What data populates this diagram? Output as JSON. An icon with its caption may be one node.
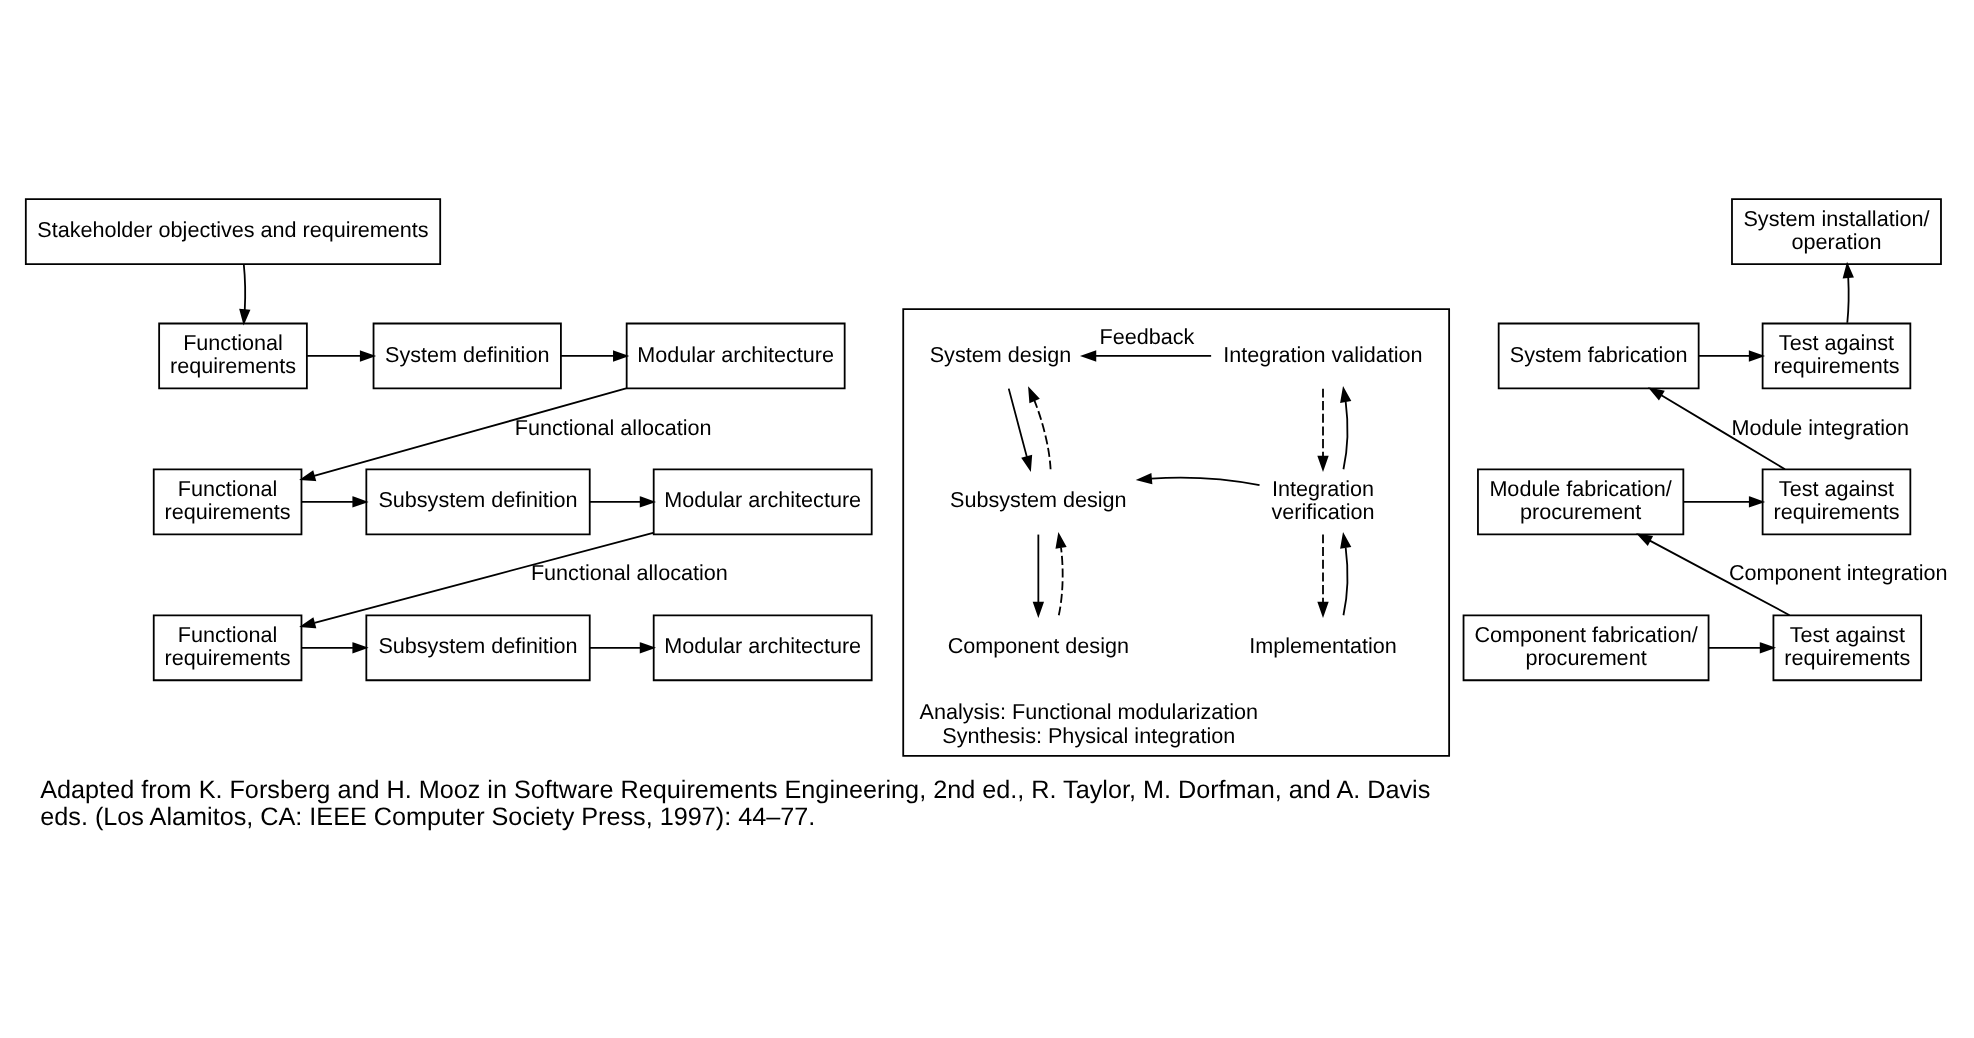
{
  "diagram": {
    "caption": "Adapted from K. Forsberg and H. Mooz in Software Requirements Engineering, 2nd ed., R. Taylor, M. Dorfman, and A. Davis eds. (Los Alamitos, CA: IEEE Computer Society Press, 1997): 44–77.",
    "nodes": [
      {
        "text": [
          "Stakeholder objectives and requirements"
        ]
      },
      {
        "text": [
          "Functional requirements"
        ]
      },
      {
        "text": [
          "System definition"
        ]
      },
      {
        "text": [
          "Modular architecture"
        ]
      },
      {
        "text": [
          "Functional requirements"
        ]
      },
      {
        "text": [
          "Subsystem definition"
        ]
      },
      {
        "text": [
          "Modular architecture"
        ]
      },
      {
        "text": [
          "Functional requirements"
        ]
      },
      {
        "text": [
          "Subsystem definition"
        ]
      },
      {
        "text": [
          "Modular architecture"
        ]
      },
      {
        "text": [
          "Analysis: Functional modularization",
          "Synthesis: Physical integration"
        ]
      },
      {
        "text": [
          "System design"
        ],
        "in": 10
      },
      {
        "text": [
          "Integration validation"
        ],
        "in": 10
      },
      {
        "text": [
          "Subsystem design"
        ],
        "in": 10
      },
      {
        "text": [
          "Integration verification"
        ],
        "in": 10
      },
      {
        "text": [
          "Component design"
        ],
        "in": 10
      },
      {
        "text": [
          "Implementation"
        ],
        "in": 10
      },
      {
        "text": [
          "System installation/ operation"
        ]
      },
      {
        "text": [
          "System fabrication"
        ]
      },
      {
        "text": [
          "Test against requirements"
        ]
      },
      {
        "text": [
          "Module fabrication/ procurement"
        ]
      },
      {
        "text": [
          "Test against requirements"
        ]
      },
      {
        "text": [
          "Component fabrication/ procurement"
        ]
      },
      {
        "text": [
          "Test against requirements"
        ]
      }
    ],
    "edges": [
      {
        "from": 0,
        "to": 1,
        "arrow": "to"
      },
      {
        "from": 1,
        "to": 2,
        "arrow": "to"
      },
      {
        "from": 2,
        "to": 3,
        "arrow": "to"
      },
      {
        "from": 3,
        "to": 4,
        "arrow": "to",
        "label": "Functional allocation"
      },
      {
        "from": 4,
        "to": 5,
        "arrow": "to"
      },
      {
        "from": 5,
        "to": 6,
        "arrow": "to"
      },
      {
        "from": 6,
        "to": 7,
        "arrow": "to",
        "label": "Functional allocation"
      },
      {
        "from": 7,
        "to": 8,
        "arrow": "to"
      },
      {
        "from": 8,
        "to": 9,
        "arrow": "to"
      },
      {
        "from": 12,
        "to": 11,
        "arrow": "to",
        "label": "Feedback"
      },
      {
        "from": 11,
        "to": 13,
        "arrow": "to"
      },
      {
        "from": 13,
        "to": 11,
        "arrow": "to",
        "style": "dashed"
      },
      {
        "from": 14,
        "to": 13,
        "arrow": "to"
      },
      {
        "from": 13,
        "to": 15,
        "arrow": "to"
      },
      {
        "from": 15,
        "to": 13,
        "arrow": "to",
        "style": "dashed"
      },
      {
        "from": 12,
        "to": 14,
        "arrow": "to",
        "style": "dashed"
      },
      {
        "from": 14,
        "to": 12,
        "arrow": "to"
      },
      {
        "from": 14,
        "to": 16,
        "arrow": "to",
        "style": "dashed"
      },
      {
        "from": 16,
        "to": 14,
        "arrow": "to"
      },
      {
        "from": 19,
        "to": 17,
        "arrow": "to"
      },
      {
        "from": 18,
        "to": 19,
        "arrow": "to"
      },
      {
        "from": 21,
        "to": 18,
        "arrow": "to",
        "label": "Module integration"
      },
      {
        "from": 20,
        "to": 21,
        "arrow": "to"
      },
      {
        "from": 23,
        "to": 20,
        "arrow": "to",
        "label": "Component integration"
      },
      {
        "from": 22,
        "to": 23,
        "arrow": "to"
      }
    ]
  }
}
